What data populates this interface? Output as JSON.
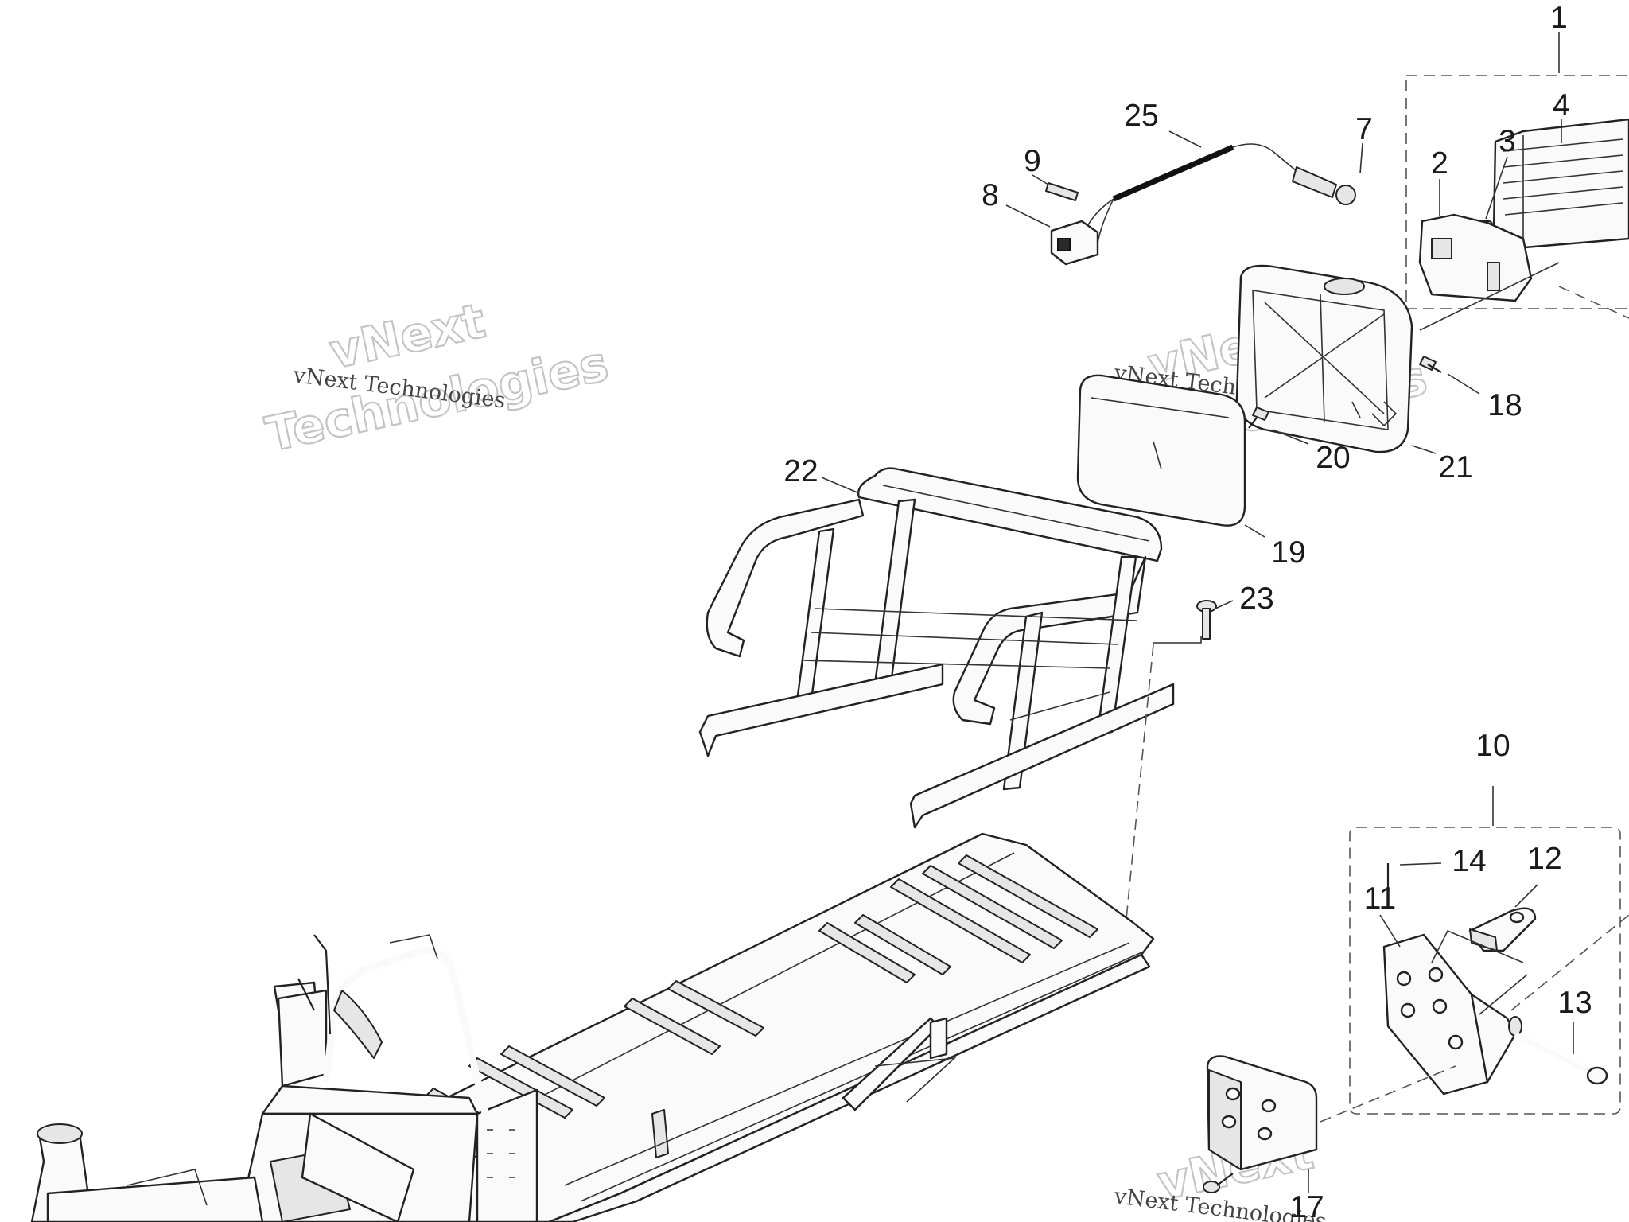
{
  "callouts": [
    {
      "id": "c1",
      "label": "1"
    },
    {
      "id": "c2",
      "label": "2"
    },
    {
      "id": "c3",
      "label": "3"
    },
    {
      "id": "c4",
      "label": "4"
    },
    {
      "id": "c7",
      "label": "7"
    },
    {
      "id": "c8",
      "label": "8"
    },
    {
      "id": "c9",
      "label": "9"
    },
    {
      "id": "c10",
      "label": "10"
    },
    {
      "id": "c11",
      "label": "11"
    },
    {
      "id": "c12",
      "label": "12"
    },
    {
      "id": "c13",
      "label": "13"
    },
    {
      "id": "c14",
      "label": "14"
    },
    {
      "id": "c17",
      "label": "17"
    },
    {
      "id": "c18",
      "label": "18"
    },
    {
      "id": "c19",
      "label": "19"
    },
    {
      "id": "c20",
      "label": "20"
    },
    {
      "id": "c21",
      "label": "21"
    },
    {
      "id": "c22",
      "label": "22"
    },
    {
      "id": "c23",
      "label": "23"
    },
    {
      "id": "c25",
      "label": "25"
    }
  ],
  "watermark": {
    "line1": "vNext",
    "line2": "Technologies",
    "caption": "vNext Technologies"
  },
  "colors": {
    "line": "#222222",
    "background": "#ffffff",
    "watermark": "#c4c4c4"
  }
}
